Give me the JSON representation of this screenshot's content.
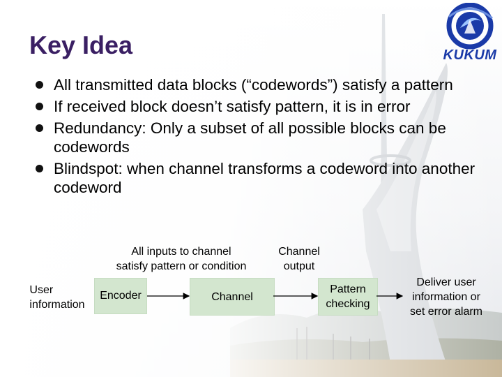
{
  "slide": {
    "title": "Key Idea",
    "logo_text": "KUKUM"
  },
  "bullets": [
    "All transmitted data blocks (“codewords”) satisfy a pattern",
    "If received block doesn’t satisfy pattern, it is in error",
    "Redundancy:  Only a subset of all possible blocks can be codewords",
    "Blindspot:  when channel transforms a codeword into another codeword"
  ],
  "diagram": {
    "note_inputs": [
      "All inputs to channel",
      "satisfy pattern or condition"
    ],
    "note_output": [
      "Channel",
      "output"
    ],
    "user_info": [
      "User",
      "information"
    ],
    "encoder": "Encoder",
    "channel": "Channel",
    "pattern_checking": [
      "Pattern",
      "checking"
    ],
    "deliver": [
      "Deliver user",
      "information or",
      "set error alarm"
    ]
  },
  "colors": {
    "title": "#3a1f63",
    "box_fill": "#d3e6cf",
    "logo_blue": "#1a3aa8"
  },
  "icons": [
    "kukum-logo-icon",
    "bullet-icon",
    "arrow-icon"
  ]
}
